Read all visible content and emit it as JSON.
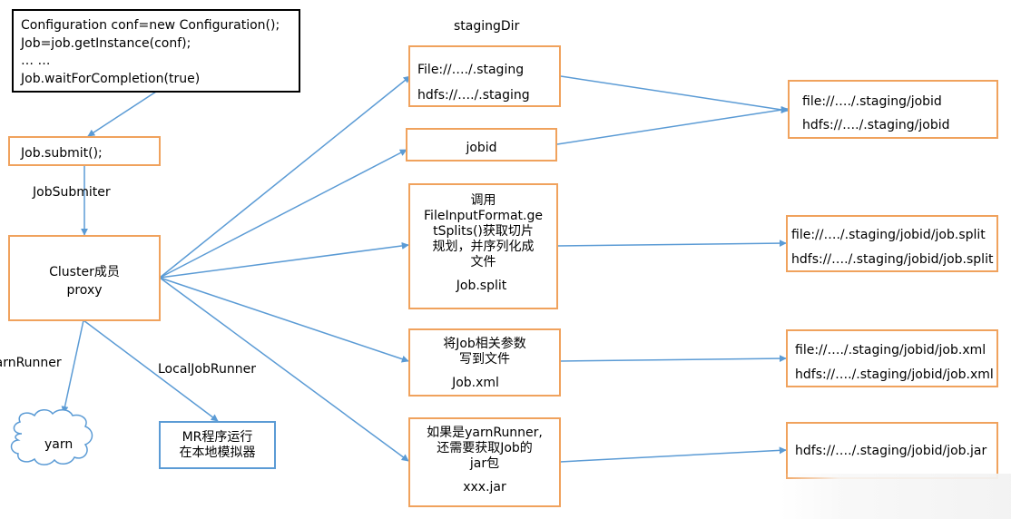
{
  "code_block": {
    "lines": [
      "Configuration conf=new Configuration();",
      "Job=job.getInstance(conf);",
      "… …",
      "Job.waitForCompletion(true)"
    ]
  },
  "submit_box": {
    "label": "Job.submit();"
  },
  "jobsubmiter_label": "JobSubmiter",
  "cluster_box": {
    "lines": [
      "Cluster成员",
      "proxy"
    ]
  },
  "yarn_runner_label": "YarnRunner",
  "local_job_runner_label": "LocalJobRunner",
  "yarn_cloud_label": "yarn",
  "local_box": {
    "lines": [
      "MR程序运行",
      "在本地模拟器"
    ]
  },
  "staging_dir_label": "stagingDir",
  "staging_box": {
    "lines": [
      "File://…./.staging",
      "hdfs://…./.staging"
    ]
  },
  "jobid_box": {
    "label": "jobid"
  },
  "split_box": {
    "lines": [
      "调用",
      "FileInputFormat.ge",
      "tSplits()获取切片",
      "规划，并序列化成",
      "文件"
    ],
    "file": "Job.split"
  },
  "xml_box": {
    "lines": [
      "将Job相关参数",
      "写到文件"
    ],
    "file": "Job.xml"
  },
  "jar_box": {
    "lines": [
      "如果是yarnRunner,",
      "还需要获取Job的",
      "jar包"
    ],
    "file": "xxx.jar"
  },
  "jobid_result_box": {
    "lines": [
      "file://…./.staging/jobid",
      "hdfs://…./.staging/jobid"
    ]
  },
  "split_result_box": {
    "lines": [
      "file://…./.staging/jobid/job.split",
      "hdfs://…./.staging/jobid/job.split"
    ]
  },
  "xml_result_box": {
    "lines": [
      "file://…./.staging/jobid/job.xml",
      "hdfs://…./.staging/jobid/job.xml"
    ]
  },
  "jar_result_box": {
    "lines": [
      "hdfs://…./.staging/jobid/job.jar"
    ]
  },
  "colors": {
    "arrow": "#5b9bd5",
    "orange_border": "#f0a25d",
    "blue_border": "#5b9bd5",
    "black_border": "#000000"
  }
}
